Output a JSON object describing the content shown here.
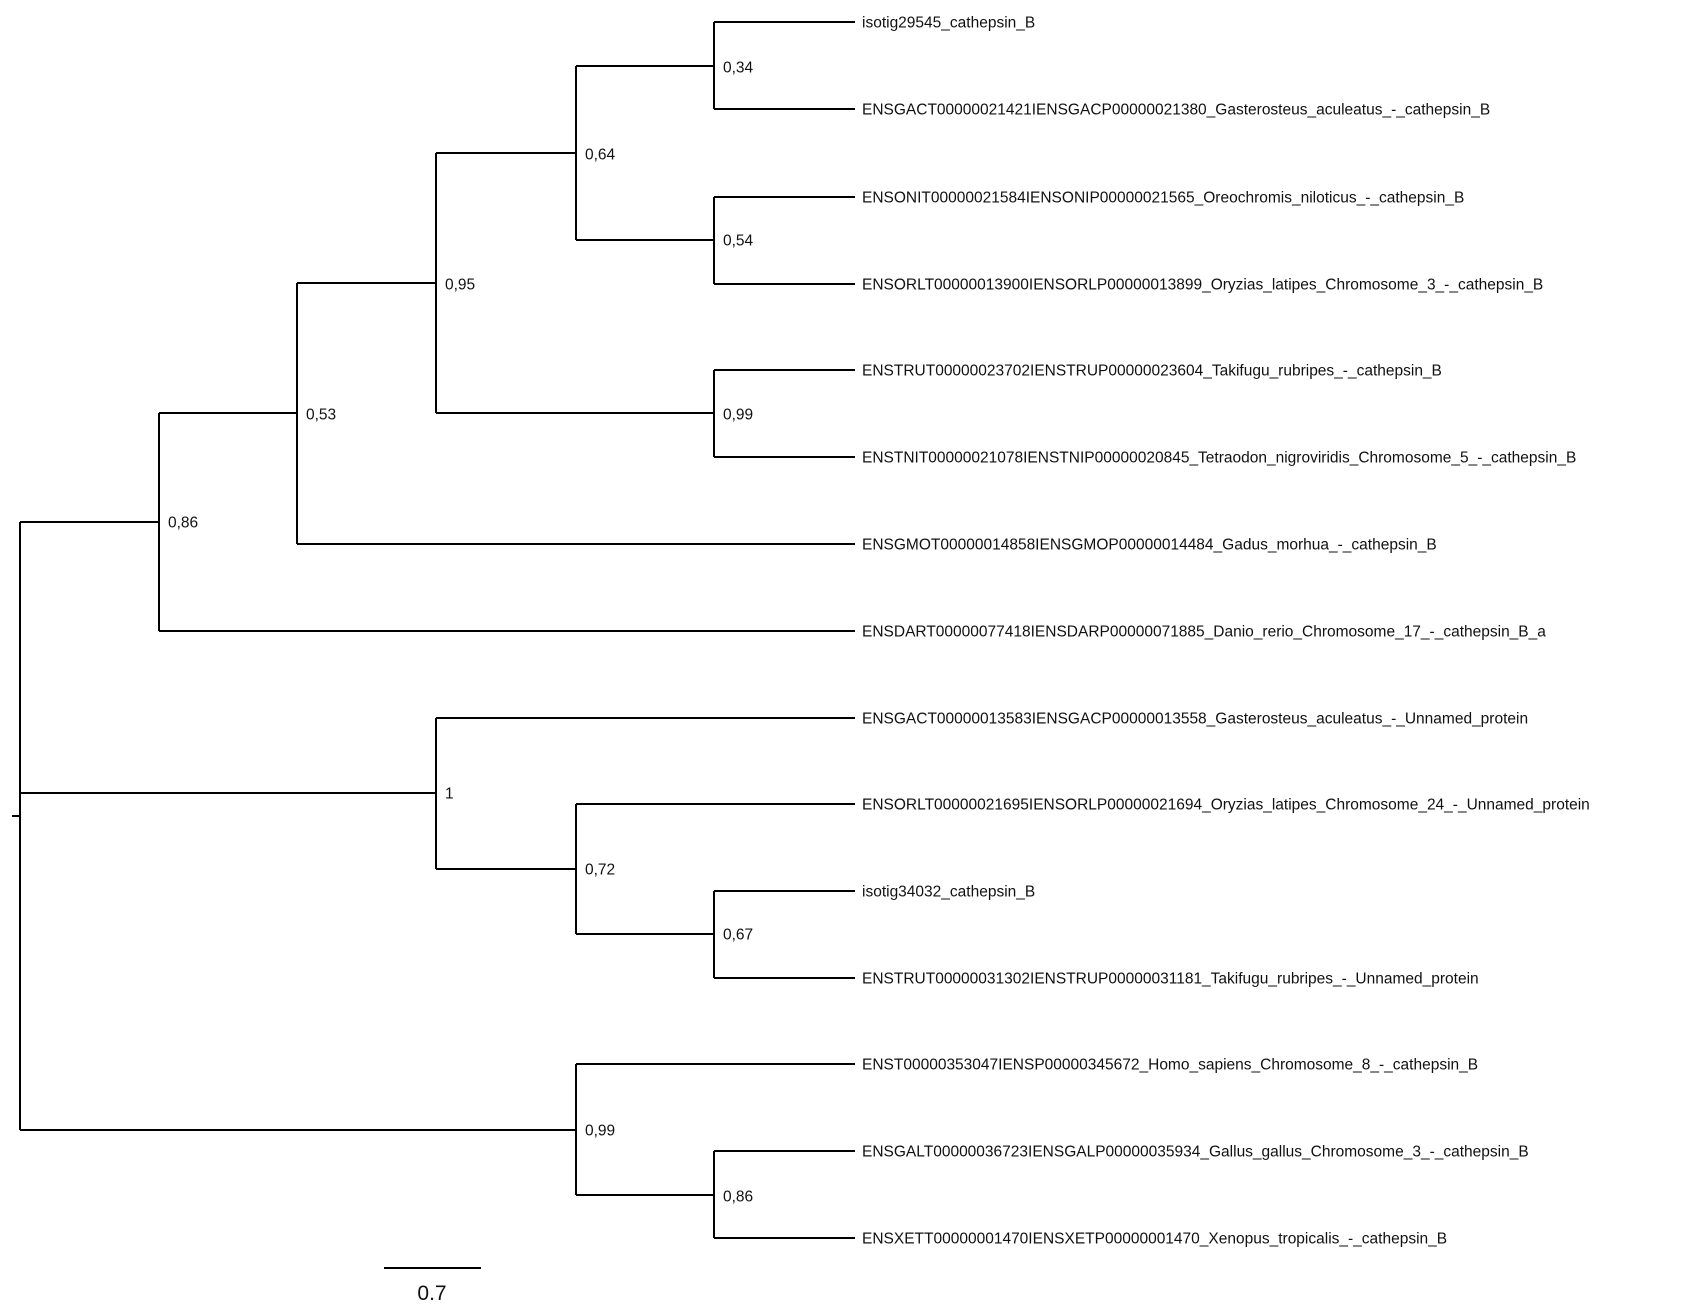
{
  "tree": {
    "tips": [
      "isotig29545_cathepsin_B",
      "ENSGACT00000021421IENSGACP00000021380_Gasterosteus_aculeatus_-_cathepsin_B",
      "ENSONIT00000021584IENSONIP00000021565_Oreochromis_niloticus_-_cathepsin_B",
      "ENSORLT00000013900IENSORLP00000013899_Oryzias_latipes_Chromosome_3_-_cathepsin_B",
      "ENSTRUT00000023702IENSTRUP00000023604_Takifugu_rubripes_-_cathepsin_B",
      "ENSTNIT00000021078IENSTNIP00000020845_Tetraodon_nigroviridis_Chromosome_5_-_cathepsin_B",
      "ENSGMOT00000014858IENSGMOP00000014484_Gadus_morhua_-_cathepsin_B",
      "ENSDART00000077418IENSDARP00000071885_Danio_rerio_Chromosome_17_-_cathepsin_B_a",
      "ENSGACT00000013583IENSGACP00000013558_Gasterosteus_aculeatus_-_Unnamed_protein",
      "ENSORLT00000021695IENSORLP00000021694_Oryzias_latipes_Chromosome_24_-_Unnamed_protein",
      "isotig34032_cathepsin_B",
      "ENSTRUT00000031302IENSTRUP00000031181_Takifugu_rubripes_-_Unnamed_protein",
      "ENST00000353047IENSP00000345672_Homo_sapiens_Chromosome_8_-_cathepsin_B",
      "ENSGALT00000036723IENSGALP00000035934_Gallus_gallus_Chromosome_3_-_cathepsin_B",
      "ENSXETT00000001470IENSXETP00000001470_Xenopus_tropicalis_-_cathepsin_B"
    ],
    "support": [
      "0,34",
      "0,64",
      "0,54",
      "0,95",
      "0,99",
      "0,53",
      "0,86",
      "1",
      "0,72",
      "0,67",
      "0,99",
      "0,86"
    ],
    "scale_bar_label": "0.7"
  }
}
